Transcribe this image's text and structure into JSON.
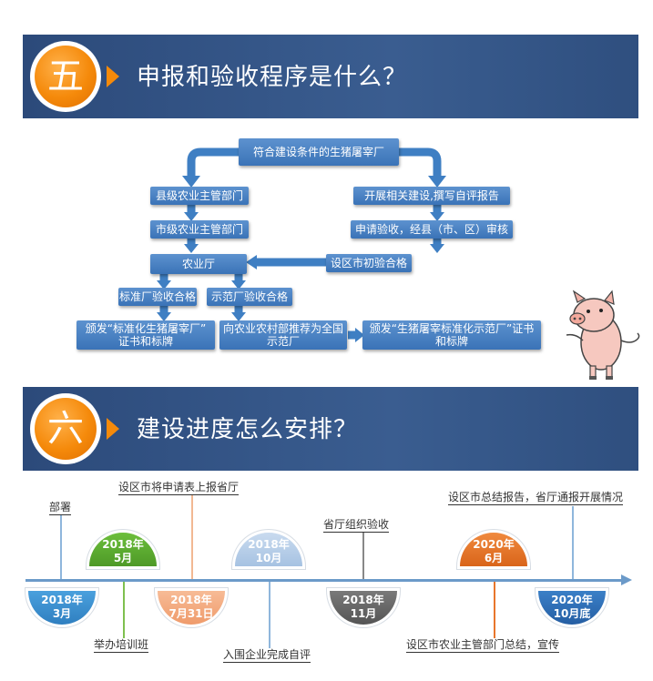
{
  "section5": {
    "number": "五",
    "title": "申报和验收程序是什么？",
    "flow": {
      "start": "符合建设条件的生猪屠宰厂",
      "left_1": "县级农业主管部门",
      "left_2": "市级农业主管部门",
      "right_1": "开展相关建设,撰写自评报告",
      "right_2": "申请验收，经县（市、区）审核",
      "right_3": "设区市初验合格",
      "center": "农业厅",
      "std_pass": "标准厂验收合格",
      "demo_pass": "示范厂验收合格",
      "out_1_line1": "颁发“标准化生猪屠宰厂”",
      "out_1_line2": "证书和标牌",
      "out_2_line1": "向农业农村部推荐为全国",
      "out_2_line2": "示范厂",
      "out_3_line1": "颁发“生猪屠宰标准化示范厂”证书",
      "out_3_line2": "和标牌"
    }
  },
  "section6": {
    "number": "六",
    "title": "建设进度怎么安排？",
    "timeline": [
      {
        "date_line1": "2018年",
        "date_line2": "3月",
        "event": "部署",
        "color": "#3a8fcf",
        "side": "below"
      },
      {
        "date_line1": "2018年",
        "date_line2": "5月",
        "event": "举办培训班",
        "color": "#5aa832",
        "side": "above"
      },
      {
        "date_line1": "2018年",
        "date_line2": "7月31日",
        "event": "设区市将申请表上报省厅",
        "color": "#f2a77d",
        "side": "below"
      },
      {
        "date_line1": "2018年",
        "date_line2": "10月",
        "event": "入围企业完成自评",
        "color": "#b7cfe9",
        "side": "above"
      },
      {
        "date_line1": "2018年",
        "date_line2": "11月",
        "event": "省厅组织验收",
        "color": "#6e6e6e",
        "side": "below"
      },
      {
        "date_line1": "2020年",
        "date_line2": "6月",
        "event": "设区市农业主管部门总结，宣传",
        "color": "#e8762c",
        "side": "above"
      },
      {
        "date_line1": "2020年",
        "date_line2": "10月底",
        "event": "设区市总结报告，省厅通报开展情况",
        "color": "#2f6fb5",
        "side": "below"
      }
    ]
  }
}
